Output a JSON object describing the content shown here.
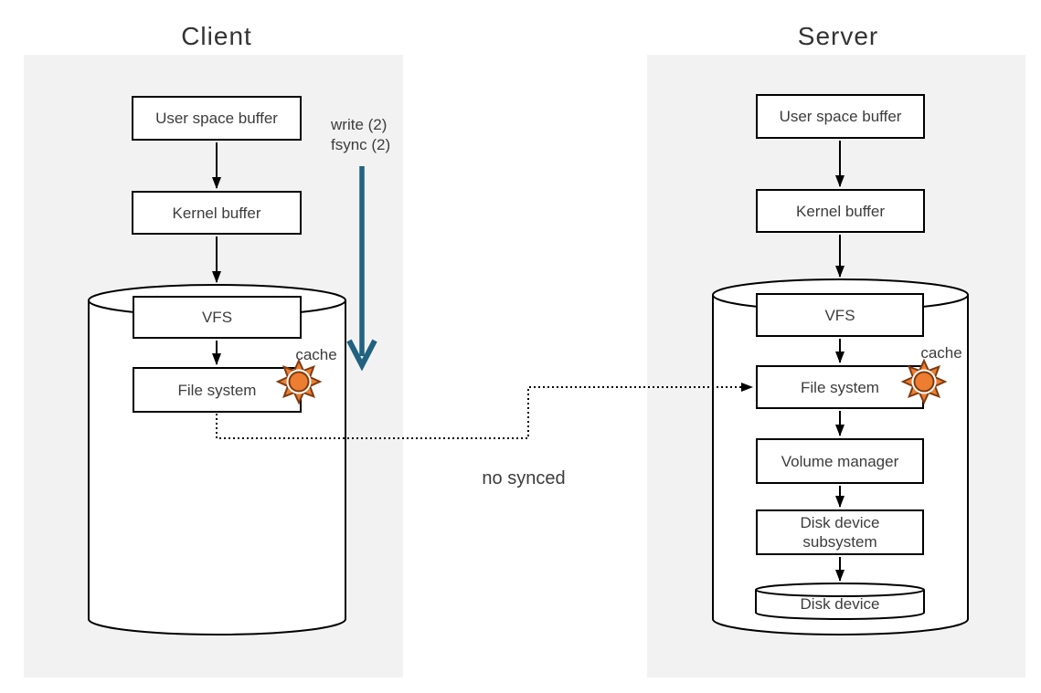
{
  "client": {
    "title": "Client",
    "boxes": {
      "user_space_buffer": "User space buffer",
      "kernel_buffer": "Kernel buffer",
      "vfs": "VFS",
      "file_system": "File system"
    },
    "annotations": {
      "syscall_line1": "write (2)",
      "syscall_line2": "fsync (2)",
      "cache": "cache"
    }
  },
  "server": {
    "title": "Server",
    "boxes": {
      "user_space_buffer": "User space buffer",
      "kernel_buffer": "Kernel buffer",
      "vfs": "VFS",
      "file_system": "File system",
      "volume_manager": "Volume manager",
      "disk_device_subsystem": "Disk device subsystem",
      "disk_device": "Disk device"
    },
    "annotations": {
      "cache": "cache"
    }
  },
  "connector": {
    "label": "no synced"
  },
  "icons": {
    "cache_icon": "sun-burst-icon"
  },
  "colors": {
    "panel_bg": "#f2f2f2",
    "box_border": "#000000",
    "text": "#3c3c3c",
    "arrow_black": "#000000",
    "arrow_blue": "#20627f",
    "sun_fill": "#ed7d31",
    "sun_outline": "#7f3b0e"
  }
}
